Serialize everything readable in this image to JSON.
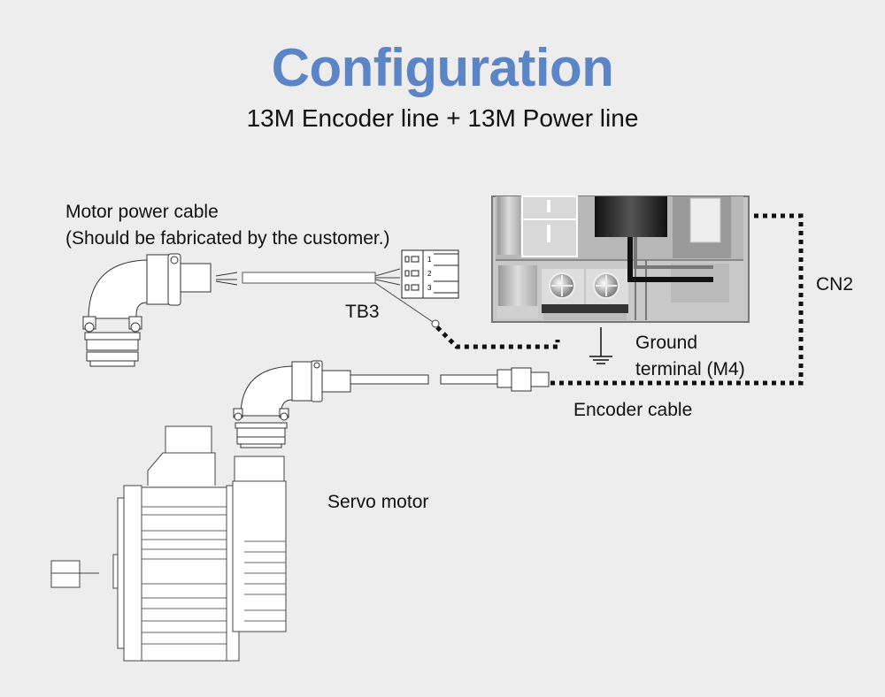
{
  "header": {
    "title": "Configuration",
    "subtitle": "13M Encoder line + 13M Power line"
  },
  "colors": {
    "title": "#5b85c7",
    "background": "#ededed",
    "line": "#111111"
  },
  "labels": {
    "motor_power_cable_line1": "Motor power cable",
    "motor_power_cable_line2": "(Should be fabricated by the customer.)",
    "tb3": "TB3",
    "cn2": "CN2",
    "ground_line1": "Ground",
    "ground_line2": "terminal (M4)",
    "encoder_cable": "Encoder cable",
    "servo_motor": "Servo motor"
  },
  "terminal_block": {
    "pins": [
      "1",
      "2",
      "3"
    ]
  },
  "components": [
    {
      "id": "servo-drive",
      "icon": "servo-drive-unit"
    },
    {
      "id": "motor-power-connector",
      "icon": "right-angle-circular-connector"
    },
    {
      "id": "tb3-terminal-block",
      "icon": "terminal-block"
    },
    {
      "id": "encoder-connector",
      "icon": "encoder-plug"
    },
    {
      "id": "servo-motor",
      "icon": "servo-motor"
    },
    {
      "id": "ground-symbol",
      "icon": "ground-icon"
    }
  ]
}
